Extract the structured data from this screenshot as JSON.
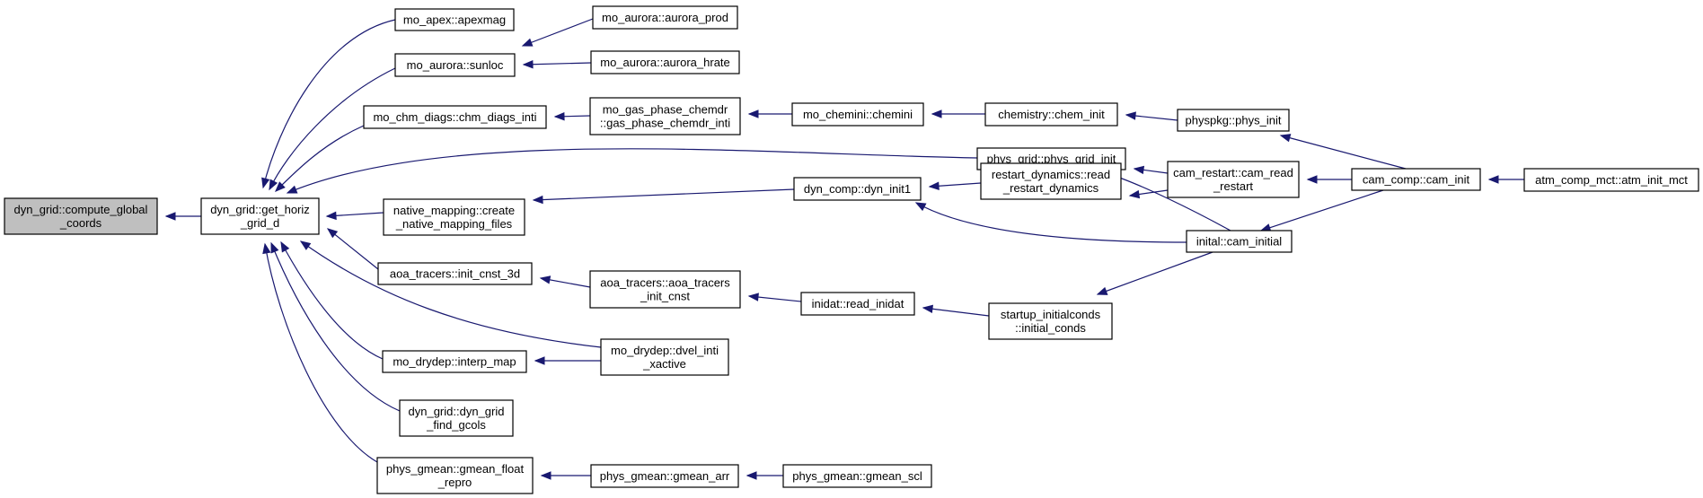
{
  "colors": {
    "edge": "#191970",
    "root_fill": "#bfbfbf",
    "node_fill": "#ffffff",
    "border": "#000000"
  },
  "nodes": [
    {
      "id": "compute_global_coords",
      "lines": [
        "dyn_grid::compute_global",
        "_coords"
      ],
      "root": true
    },
    {
      "id": "get_horiz_grid_d",
      "lines": [
        "dyn_grid::get_horiz",
        "_grid_d"
      ]
    },
    {
      "id": "apexmag",
      "lines": [
        "mo_apex::apexmag"
      ]
    },
    {
      "id": "sunloc",
      "lines": [
        "mo_aurora::sunloc"
      ]
    },
    {
      "id": "chm_diags_inti",
      "lines": [
        "mo_chm_diags::chm_diags_inti"
      ]
    },
    {
      "id": "create_native_mapping_files",
      "lines": [
        "native_mapping::create",
        "_native_mapping_files"
      ]
    },
    {
      "id": "init_cnst_3d",
      "lines": [
        "aoa_tracers::init_cnst_3d"
      ]
    },
    {
      "id": "interp_map",
      "lines": [
        "mo_drydep::interp_map"
      ]
    },
    {
      "id": "dyn_grid_find_gcols",
      "lines": [
        "dyn_grid::dyn_grid",
        "_find_gcols"
      ]
    },
    {
      "id": "gmean_float_repro",
      "lines": [
        "phys_gmean::gmean_float",
        "_repro"
      ]
    },
    {
      "id": "aurora_prod",
      "lines": [
        "mo_aurora::aurora_prod"
      ]
    },
    {
      "id": "aurora_hrate",
      "lines": [
        "mo_aurora::aurora_hrate"
      ]
    },
    {
      "id": "gas_phase_chemdr_inti",
      "lines": [
        "mo_gas_phase_chemdr",
        "::gas_phase_chemdr_inti"
      ]
    },
    {
      "id": "aoa_tracers_init_cnst",
      "lines": [
        "aoa_tracers::aoa_tracers",
        "_init_cnst"
      ]
    },
    {
      "id": "dvel_inti_xactive",
      "lines": [
        "mo_drydep::dvel_inti",
        "_xactive"
      ]
    },
    {
      "id": "gmean_arr",
      "lines": [
        "phys_gmean::gmean_arr"
      ]
    },
    {
      "id": "chemini",
      "lines": [
        "mo_chemini::chemini"
      ]
    },
    {
      "id": "dyn_init1",
      "lines": [
        "dyn_comp::dyn_init1"
      ]
    },
    {
      "id": "read_inidat",
      "lines": [
        "inidat::read_inidat"
      ]
    },
    {
      "id": "gmean_scl",
      "lines": [
        "phys_gmean::gmean_scl"
      ]
    },
    {
      "id": "chem_init",
      "lines": [
        "chemistry::chem_init"
      ]
    },
    {
      "id": "phys_grid_init",
      "lines": [
        "phys_grid::phys_grid_init"
      ]
    },
    {
      "id": "read_restart_dynamics",
      "lines": [
        "restart_dynamics::read",
        "_restart_dynamics"
      ]
    },
    {
      "id": "initial_conds",
      "lines": [
        "startup_initialconds",
        "::initial_conds"
      ]
    },
    {
      "id": "phys_init",
      "lines": [
        "physpkg::phys_init"
      ]
    },
    {
      "id": "cam_read_restart",
      "lines": [
        "cam_restart::cam_read",
        "_restart"
      ]
    },
    {
      "id": "cam_initial",
      "lines": [
        "inital::cam_initial"
      ]
    },
    {
      "id": "cam_init",
      "lines": [
        "cam_comp::cam_init"
      ]
    },
    {
      "id": "atm_init_mct",
      "lines": [
        "atm_comp_mct::atm_init_mct"
      ]
    }
  ],
  "edges": [
    {
      "from": "get_horiz_grid_d",
      "to": "compute_global_coords"
    },
    {
      "from": "apexmag",
      "to": "get_horiz_grid_d"
    },
    {
      "from": "sunloc",
      "to": "get_horiz_grid_d"
    },
    {
      "from": "chm_diags_inti",
      "to": "get_horiz_grid_d"
    },
    {
      "from": "phys_grid_init",
      "to": "get_horiz_grid_d"
    },
    {
      "from": "create_native_mapping_files",
      "to": "get_horiz_grid_d"
    },
    {
      "from": "init_cnst_3d",
      "to": "get_horiz_grid_d"
    },
    {
      "from": "dvel_inti_xactive",
      "to": "get_horiz_grid_d"
    },
    {
      "from": "interp_map",
      "to": "get_horiz_grid_d"
    },
    {
      "from": "dyn_grid_find_gcols",
      "to": "get_horiz_grid_d"
    },
    {
      "from": "gmean_float_repro",
      "to": "get_horiz_grid_d"
    },
    {
      "from": "aurora_prod",
      "to": "sunloc"
    },
    {
      "from": "aurora_hrate",
      "to": "sunloc"
    },
    {
      "from": "gas_phase_chemdr_inti",
      "to": "chm_diags_inti"
    },
    {
      "from": "chemini",
      "to": "gas_phase_chemdr_inti"
    },
    {
      "from": "chem_init",
      "to": "chemini"
    },
    {
      "from": "phys_init",
      "to": "chem_init"
    },
    {
      "from": "cam_init",
      "to": "phys_init"
    },
    {
      "from": "atm_init_mct",
      "to": "cam_init"
    },
    {
      "from": "cam_read_restart",
      "to": "phys_grid_init"
    },
    {
      "from": "cam_initial",
      "to": "phys_grid_init"
    },
    {
      "from": "cam_init",
      "to": "cam_read_restart"
    },
    {
      "from": "cam_init",
      "to": "cam_initial"
    },
    {
      "from": "dyn_init1",
      "to": "create_native_mapping_files"
    },
    {
      "from": "read_restart_dynamics",
      "to": "dyn_init1"
    },
    {
      "from": "cam_initial",
      "to": "dyn_init1"
    },
    {
      "from": "cam_read_restart",
      "to": "read_restart_dynamics"
    },
    {
      "from": "aoa_tracers_init_cnst",
      "to": "init_cnst_3d"
    },
    {
      "from": "read_inidat",
      "to": "aoa_tracers_init_cnst"
    },
    {
      "from": "initial_conds",
      "to": "read_inidat"
    },
    {
      "from": "cam_initial",
      "to": "initial_conds"
    },
    {
      "from": "dvel_inti_xactive",
      "to": "interp_map"
    },
    {
      "from": "gmean_arr",
      "to": "gmean_float_repro"
    },
    {
      "from": "gmean_scl",
      "to": "gmean_arr"
    }
  ]
}
